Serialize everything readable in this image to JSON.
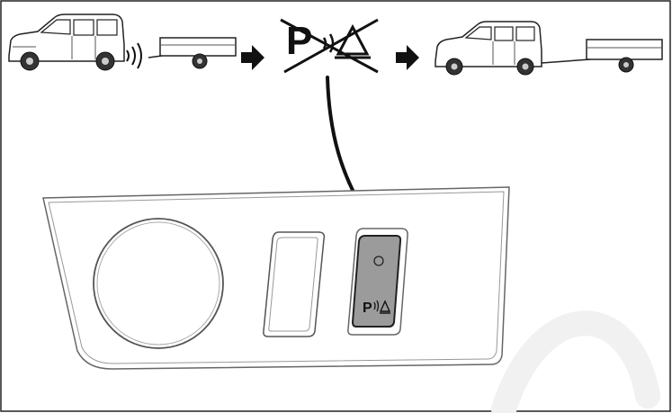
{
  "figure": {
    "top_sequence": {
      "step1": "van-with-trailer-detected",
      "step2_symbol_text": "P",
      "step3": "van-with-trailer-connected"
    },
    "panel": {
      "button_label": "P",
      "button_icon": "park-sensor-wave-triangle-icon"
    },
    "colors": {
      "line": "#1a1a1a",
      "panel_stroke": "#555555",
      "button_fill": "#9b9b9b",
      "watermark": "#f4f4f4"
    }
  }
}
